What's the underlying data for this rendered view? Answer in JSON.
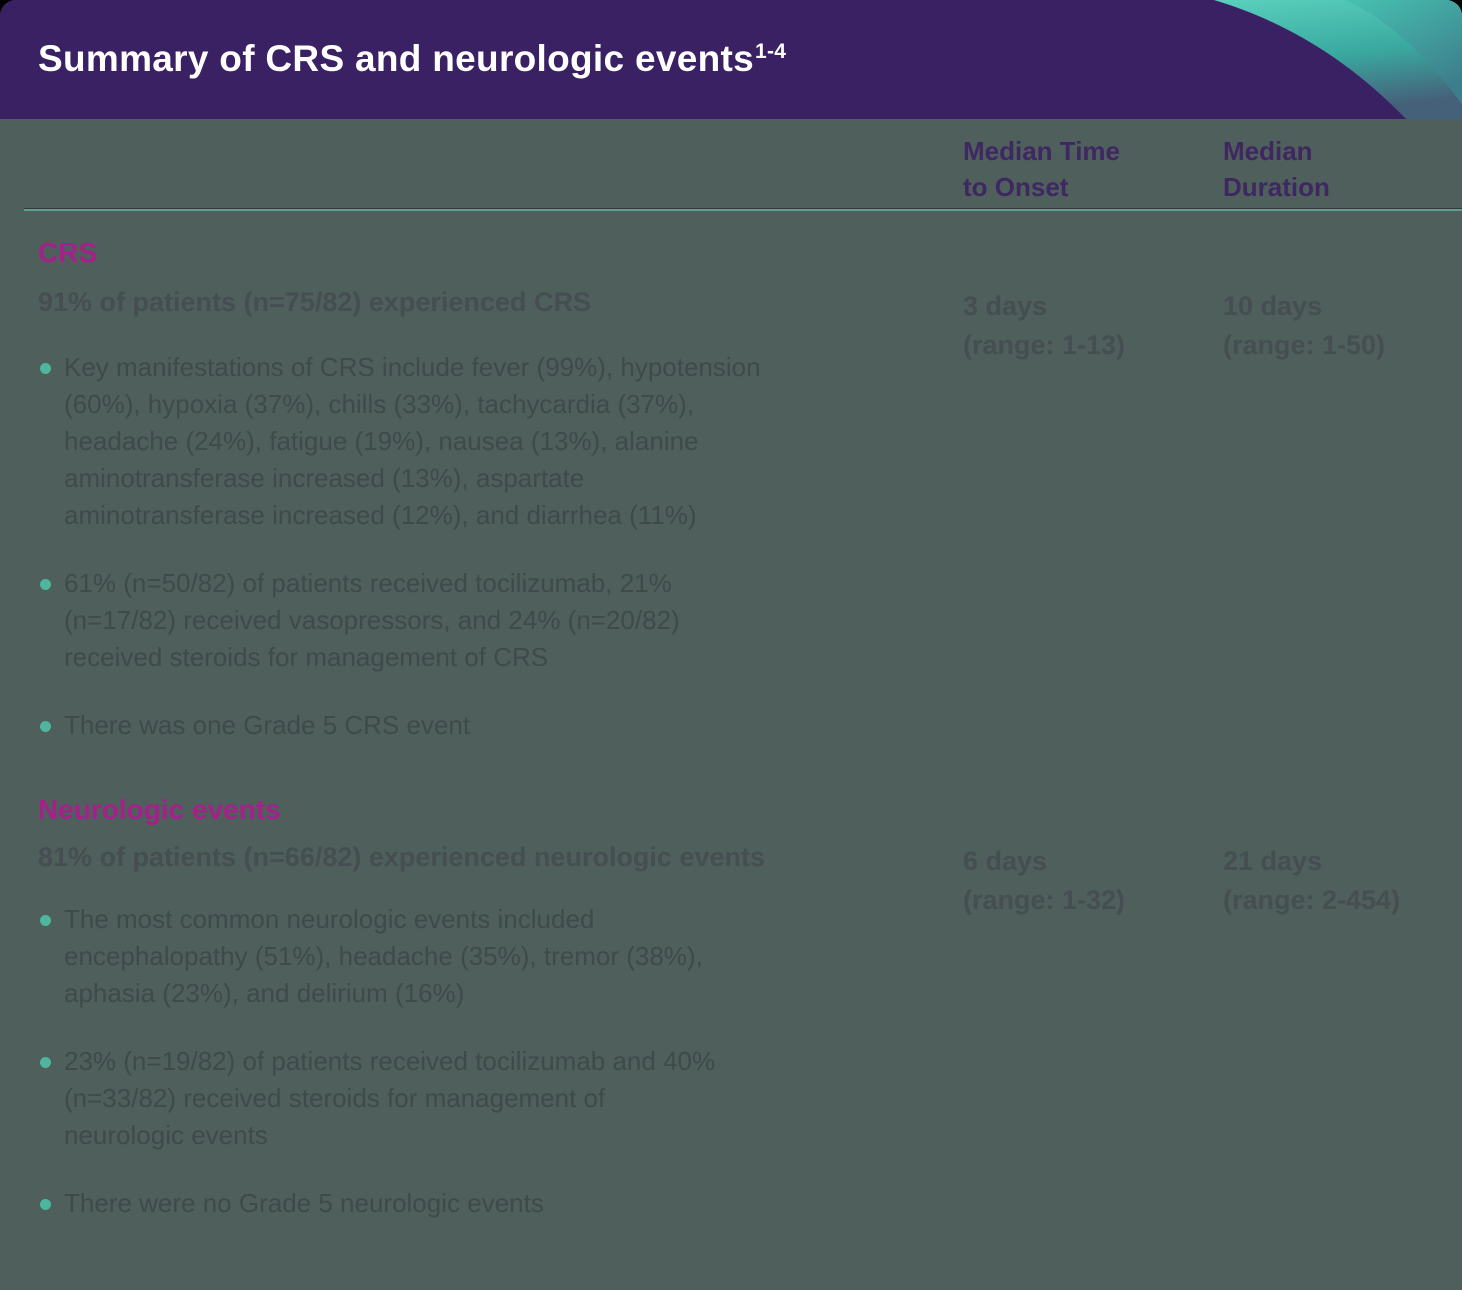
{
  "colors": {
    "header_purple": "#3A2164",
    "background_slate": "#4E5F5C",
    "column_header_purple": "#3F2762",
    "section_magenta": "#A6208C",
    "body_text": "#3F4A4B",
    "bullet_teal": "#4DB69C",
    "divider_teal": "#5CA08F",
    "swoosh_teal_light": "#5BD1BE",
    "swoosh_teal_dark": "#2F9E96"
  },
  "header": {
    "title": "Summary of CRS and neurologic events",
    "title_superscript": "1-4"
  },
  "columns": {
    "onset": "Median Time\nto Onset",
    "duration": "Median\nDuration"
  },
  "sections": [
    {
      "title": "CRS",
      "heading": "91% of patients (n=75/82) experienced CRS",
      "onset_value": "3 days",
      "onset_range": "(range: 1-13)",
      "duration_value": "10 days",
      "duration_range": "(range: 1-50)",
      "bullets": [
        "Key manifestations of CRS include fever (99%), hypotension\n(60%), hypoxia (37%), chills (33%), tachycardia (37%),\nheadache (24%), fatigue (19%), nausea (13%), alanine\naminotransferase increased (13%), aspartate\naminotransferase increased (12%), and diarrhea (11%)",
        "61% (n=50/82) of patients received tocilizumab, 21%\n(n=17/82) received vasopressors, and 24% (n=20/82)\nreceived steroids for management of CRS",
        "There was one Grade 5 CRS event"
      ]
    },
    {
      "title": "Neurologic events",
      "heading": "81% of patients (n=66/82) experienced neurologic events",
      "onset_value": "6 days",
      "onset_range": "(range: 1-32)",
      "duration_value": "21 days",
      "duration_range": "(range: 2-454)",
      "bullets": [
        "The most common neurologic events included\nencephalopathy (51%), headache (35%), tremor (38%),\naphasia (23%), and delirium (16%)",
        "23% (n=19/82) of patients received tocilizumab and 40%\n(n=33/82) received steroids for management of\nneurologic events",
        "There were no Grade 5 neurologic events"
      ]
    }
  ]
}
